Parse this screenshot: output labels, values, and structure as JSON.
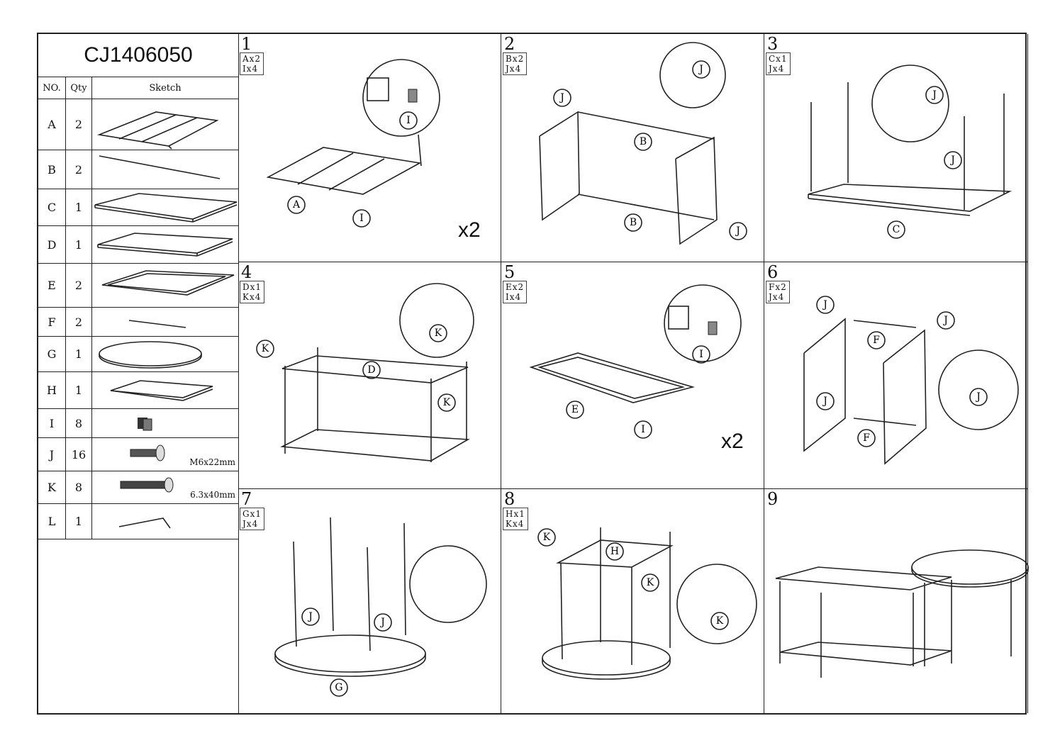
{
  "model": "CJ1406050",
  "table_header": {
    "no": "NO.",
    "qty": "Qty",
    "sketch": "Sketch"
  },
  "parts": [
    {
      "no": "A",
      "qty": "2",
      "spec": ""
    },
    {
      "no": "B",
      "qty": "2",
      "spec": ""
    },
    {
      "no": "C",
      "qty": "1",
      "spec": ""
    },
    {
      "no": "D",
      "qty": "1",
      "spec": ""
    },
    {
      "no": "E",
      "qty": "2",
      "spec": ""
    },
    {
      "no": "F",
      "qty": "2",
      "spec": ""
    },
    {
      "no": "G",
      "qty": "1",
      "spec": ""
    },
    {
      "no": "H",
      "qty": "1",
      "spec": ""
    },
    {
      "no": "I",
      "qty": "8",
      "spec": ""
    },
    {
      "no": "J",
      "qty": "16",
      "spec": "M6x22mm"
    },
    {
      "no": "K",
      "qty": "8",
      "spec": "6.3x40mm"
    },
    {
      "no": "L",
      "qty": "1",
      "spec": ""
    }
  ],
  "steps": [
    {
      "num": "1",
      "parts": "Ax2\nIx4",
      "multiplier": "x2",
      "callouts": [
        "A",
        "I",
        "I"
      ]
    },
    {
      "num": "2",
      "parts": "Bx2\nJx4",
      "multiplier": "",
      "callouts": [
        "J",
        "B",
        "B",
        "J",
        "J"
      ]
    },
    {
      "num": "3",
      "parts": "Cx1\nJx4",
      "multiplier": "",
      "callouts": [
        "J",
        "J",
        "C"
      ]
    },
    {
      "num": "4",
      "parts": "Dx1\nKx4",
      "multiplier": "",
      "callouts": [
        "K",
        "D",
        "K",
        "K"
      ]
    },
    {
      "num": "5",
      "parts": "Ex2\nIx4",
      "multiplier": "x2",
      "callouts": [
        "I",
        "E",
        "I"
      ]
    },
    {
      "num": "6",
      "parts": "Fx2\nJx4",
      "multiplier": "",
      "callouts": [
        "J",
        "F",
        "J",
        "J",
        "F",
        "J"
      ]
    },
    {
      "num": "7",
      "parts": "Gx1\nJx4",
      "multiplier": "",
      "callouts": [
        "J",
        "J",
        "G"
      ]
    },
    {
      "num": "8",
      "parts": "Hx1\nKx4",
      "multiplier": "",
      "callouts": [
        "K",
        "H",
        "K",
        "K"
      ]
    },
    {
      "num": "9",
      "parts": "",
      "multiplier": "",
      "callouts": []
    }
  ]
}
